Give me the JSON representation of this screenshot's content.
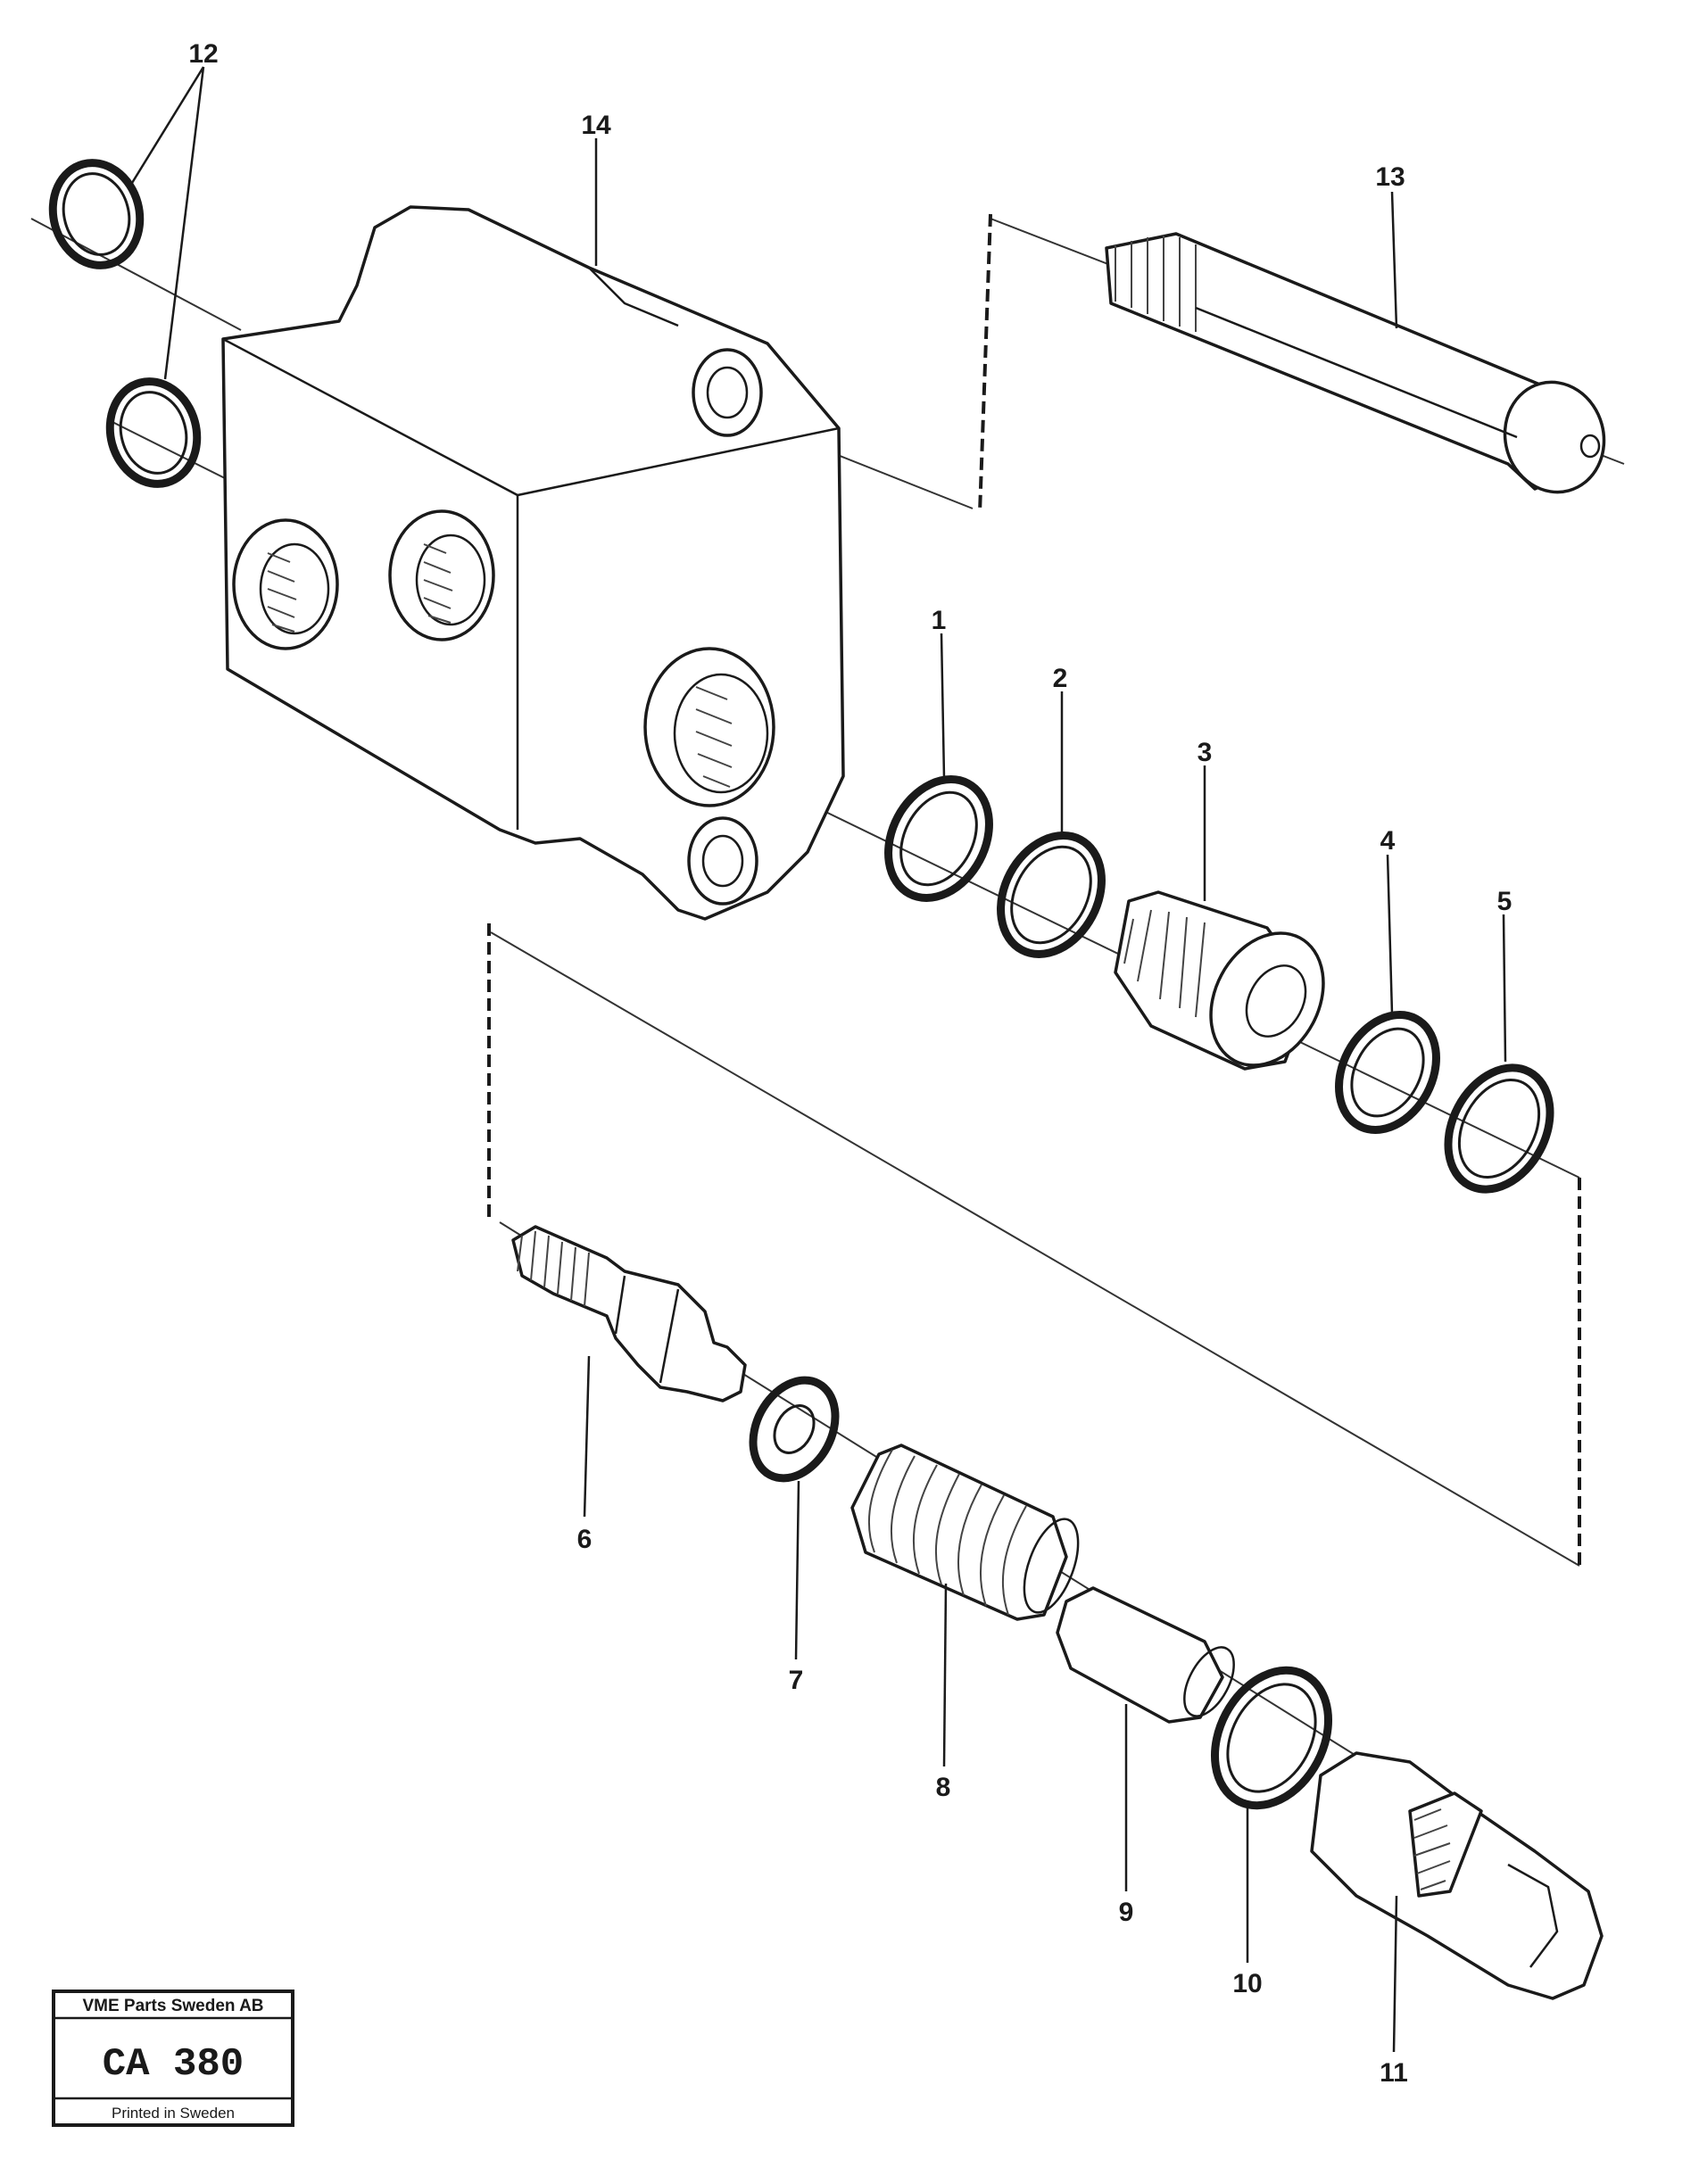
{
  "callouts": {
    "c1": "1",
    "c2": "2",
    "c3": "3",
    "c4": "4",
    "c5": "5",
    "c6": "6",
    "c7": "7",
    "c8": "8",
    "c9": "9",
    "c10": "10",
    "c11": "11",
    "c12": "12",
    "c13": "13",
    "c14": "14"
  },
  "stamp": {
    "header": "VME Parts Sweden AB",
    "code": "CA 380",
    "footer": "Printed in Sweden"
  }
}
